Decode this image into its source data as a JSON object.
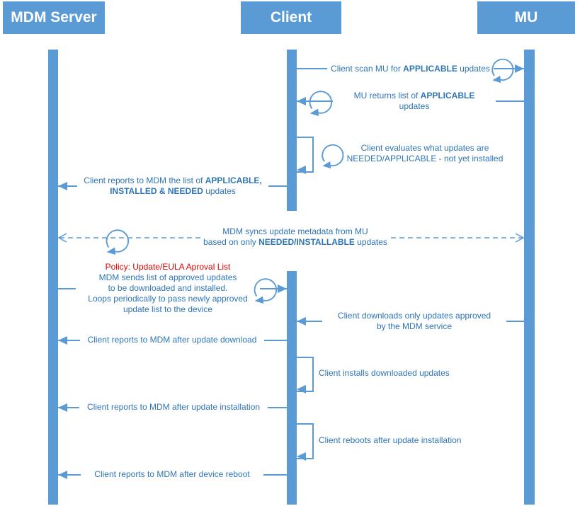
{
  "lifelines": {
    "mdm": "MDM Server",
    "client": "Client",
    "mu": "MU"
  },
  "colors": {
    "shape-blue": "#5B9BD5",
    "text-blue": "#2E75B6",
    "alert-red": "#E00000",
    "bg": "#FFFFFF"
  },
  "messages": {
    "scan": {
      "pre": "Client scan MU for ",
      "bold": "APPLICABLE",
      "post": " updates"
    },
    "mu_returns": {
      "l1_pre": "MU returns list of ",
      "l1_bold": "APPLICABLE",
      "l2": "updates"
    },
    "evaluate": {
      "l1": "Client evaluates what updates are",
      "l2": "NEEDED/APPLICABLE - not yet installed"
    },
    "report_list": {
      "l1_pre": "Client reports to MDM the list of ",
      "l1_bold": "APPLICABLE,",
      "l2_bold": "INSTALLED & NEEDED",
      "l2_post": " updates"
    },
    "sync": {
      "l1": "MDM syncs update metadata from MU",
      "l2_pre": "based on only ",
      "l2_bold": "NEEDED/INSTALLABLE",
      "l2_post": " updates"
    },
    "policy": {
      "title": "Policy: Update/EULA Aproval List",
      "l1": "MDM sends list of approved updates",
      "l2": "to be downloaded and installed.",
      "l3": "Loops periodically to pass newly approved",
      "l4": "update list to the device"
    },
    "download": {
      "l1": "Client downloads only updates approved",
      "l2": "by the MDM service"
    },
    "report_download": "Client reports to MDM after update download",
    "install": "Client installs downloaded updates",
    "report_install": "Client reports to MDM after update installation",
    "reboot": "Client reboots after update installation",
    "report_reboot": "Client reports to MDM after device reboot"
  }
}
